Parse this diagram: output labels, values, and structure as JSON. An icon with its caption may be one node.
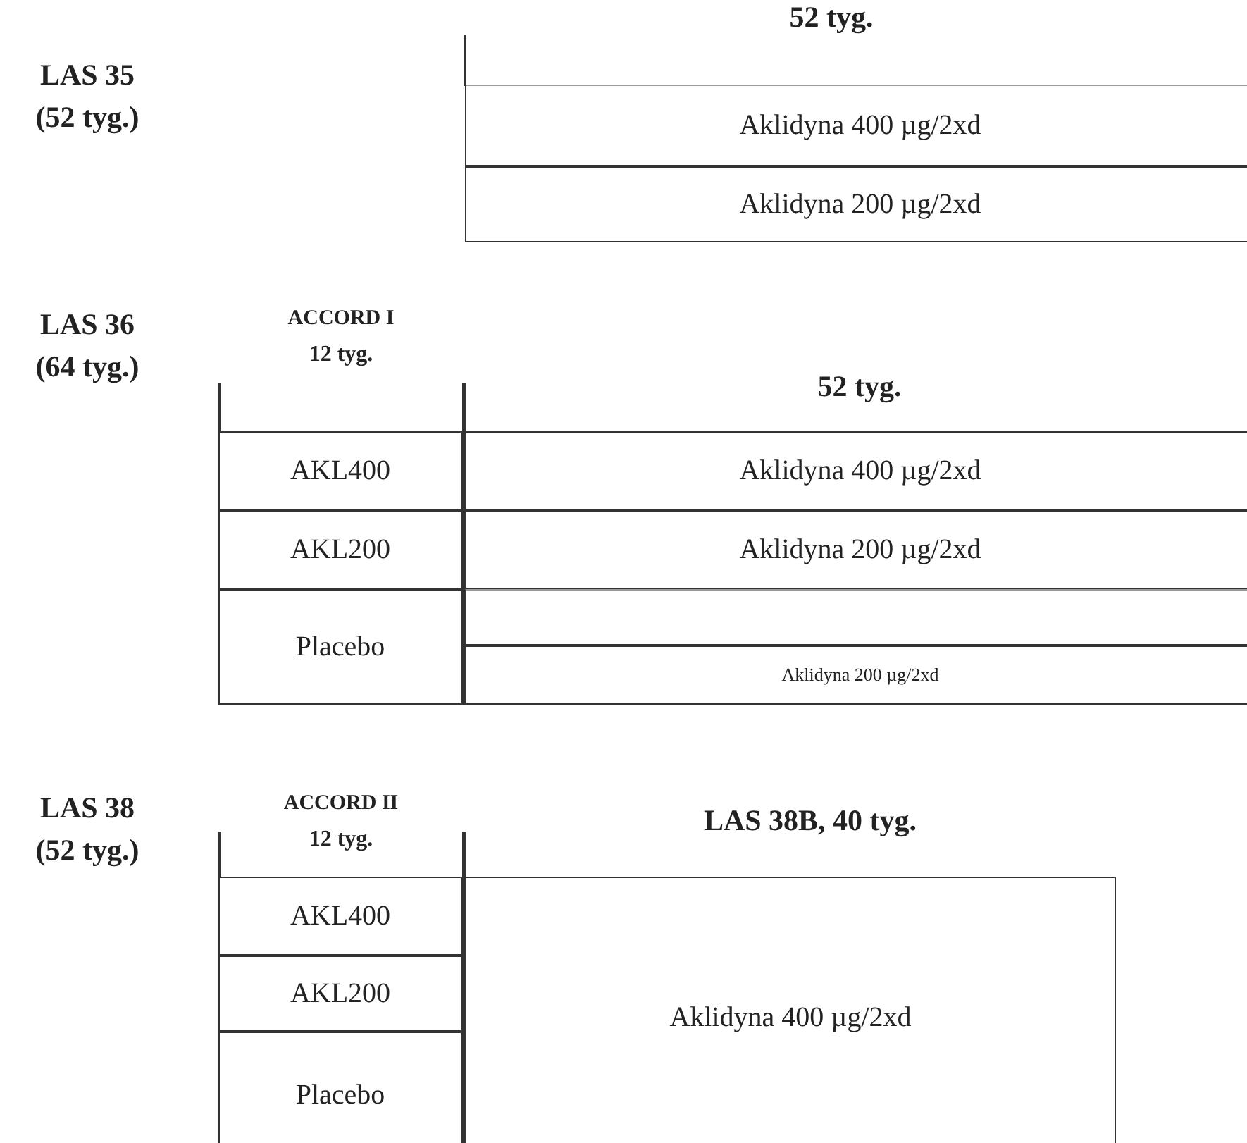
{
  "diagram": {
    "nodes": [
      {
        "text": [
          "Aklidyna 400 µg/2xd"
        ]
      },
      {
        "text": [
          "Aklidyna 200 µg/2xd"
        ]
      },
      {
        "text": [
          "AKL400"
        ]
      },
      {
        "text": [
          "Aklidyna 400 µg/2xd"
        ]
      },
      {
        "text": [
          "AKL200"
        ]
      },
      {
        "text": [
          "Aklidyna 200 µg/2xd"
        ]
      },
      {
        "text": [
          "Placebo"
        ]
      },
      {
        "text": [],
        "shape": "box"
      },
      {
        "text": [
          "Aklidyna 200 µg/2xd"
        ]
      },
      {
        "text": [
          "AKL400"
        ]
      },
      {
        "text": [
          "AKL200"
        ]
      },
      {
        "text": [
          "Placebo"
        ]
      },
      {
        "text": [
          "Aklidyna 400 µg/2xd"
        ]
      }
    ],
    "labels": [
      "LAS 35 (52 tyg.)",
      "52 tyg.",
      "LAS 36 (64 tyg.)",
      "ACCORD I",
      "12 tyg.",
      "52 tyg.",
      "LAS 38 (52 tyg.)",
      "ACCORD II",
      "12 tyg.",
      "LAS 38B, 40 tyg."
    ]
  }
}
